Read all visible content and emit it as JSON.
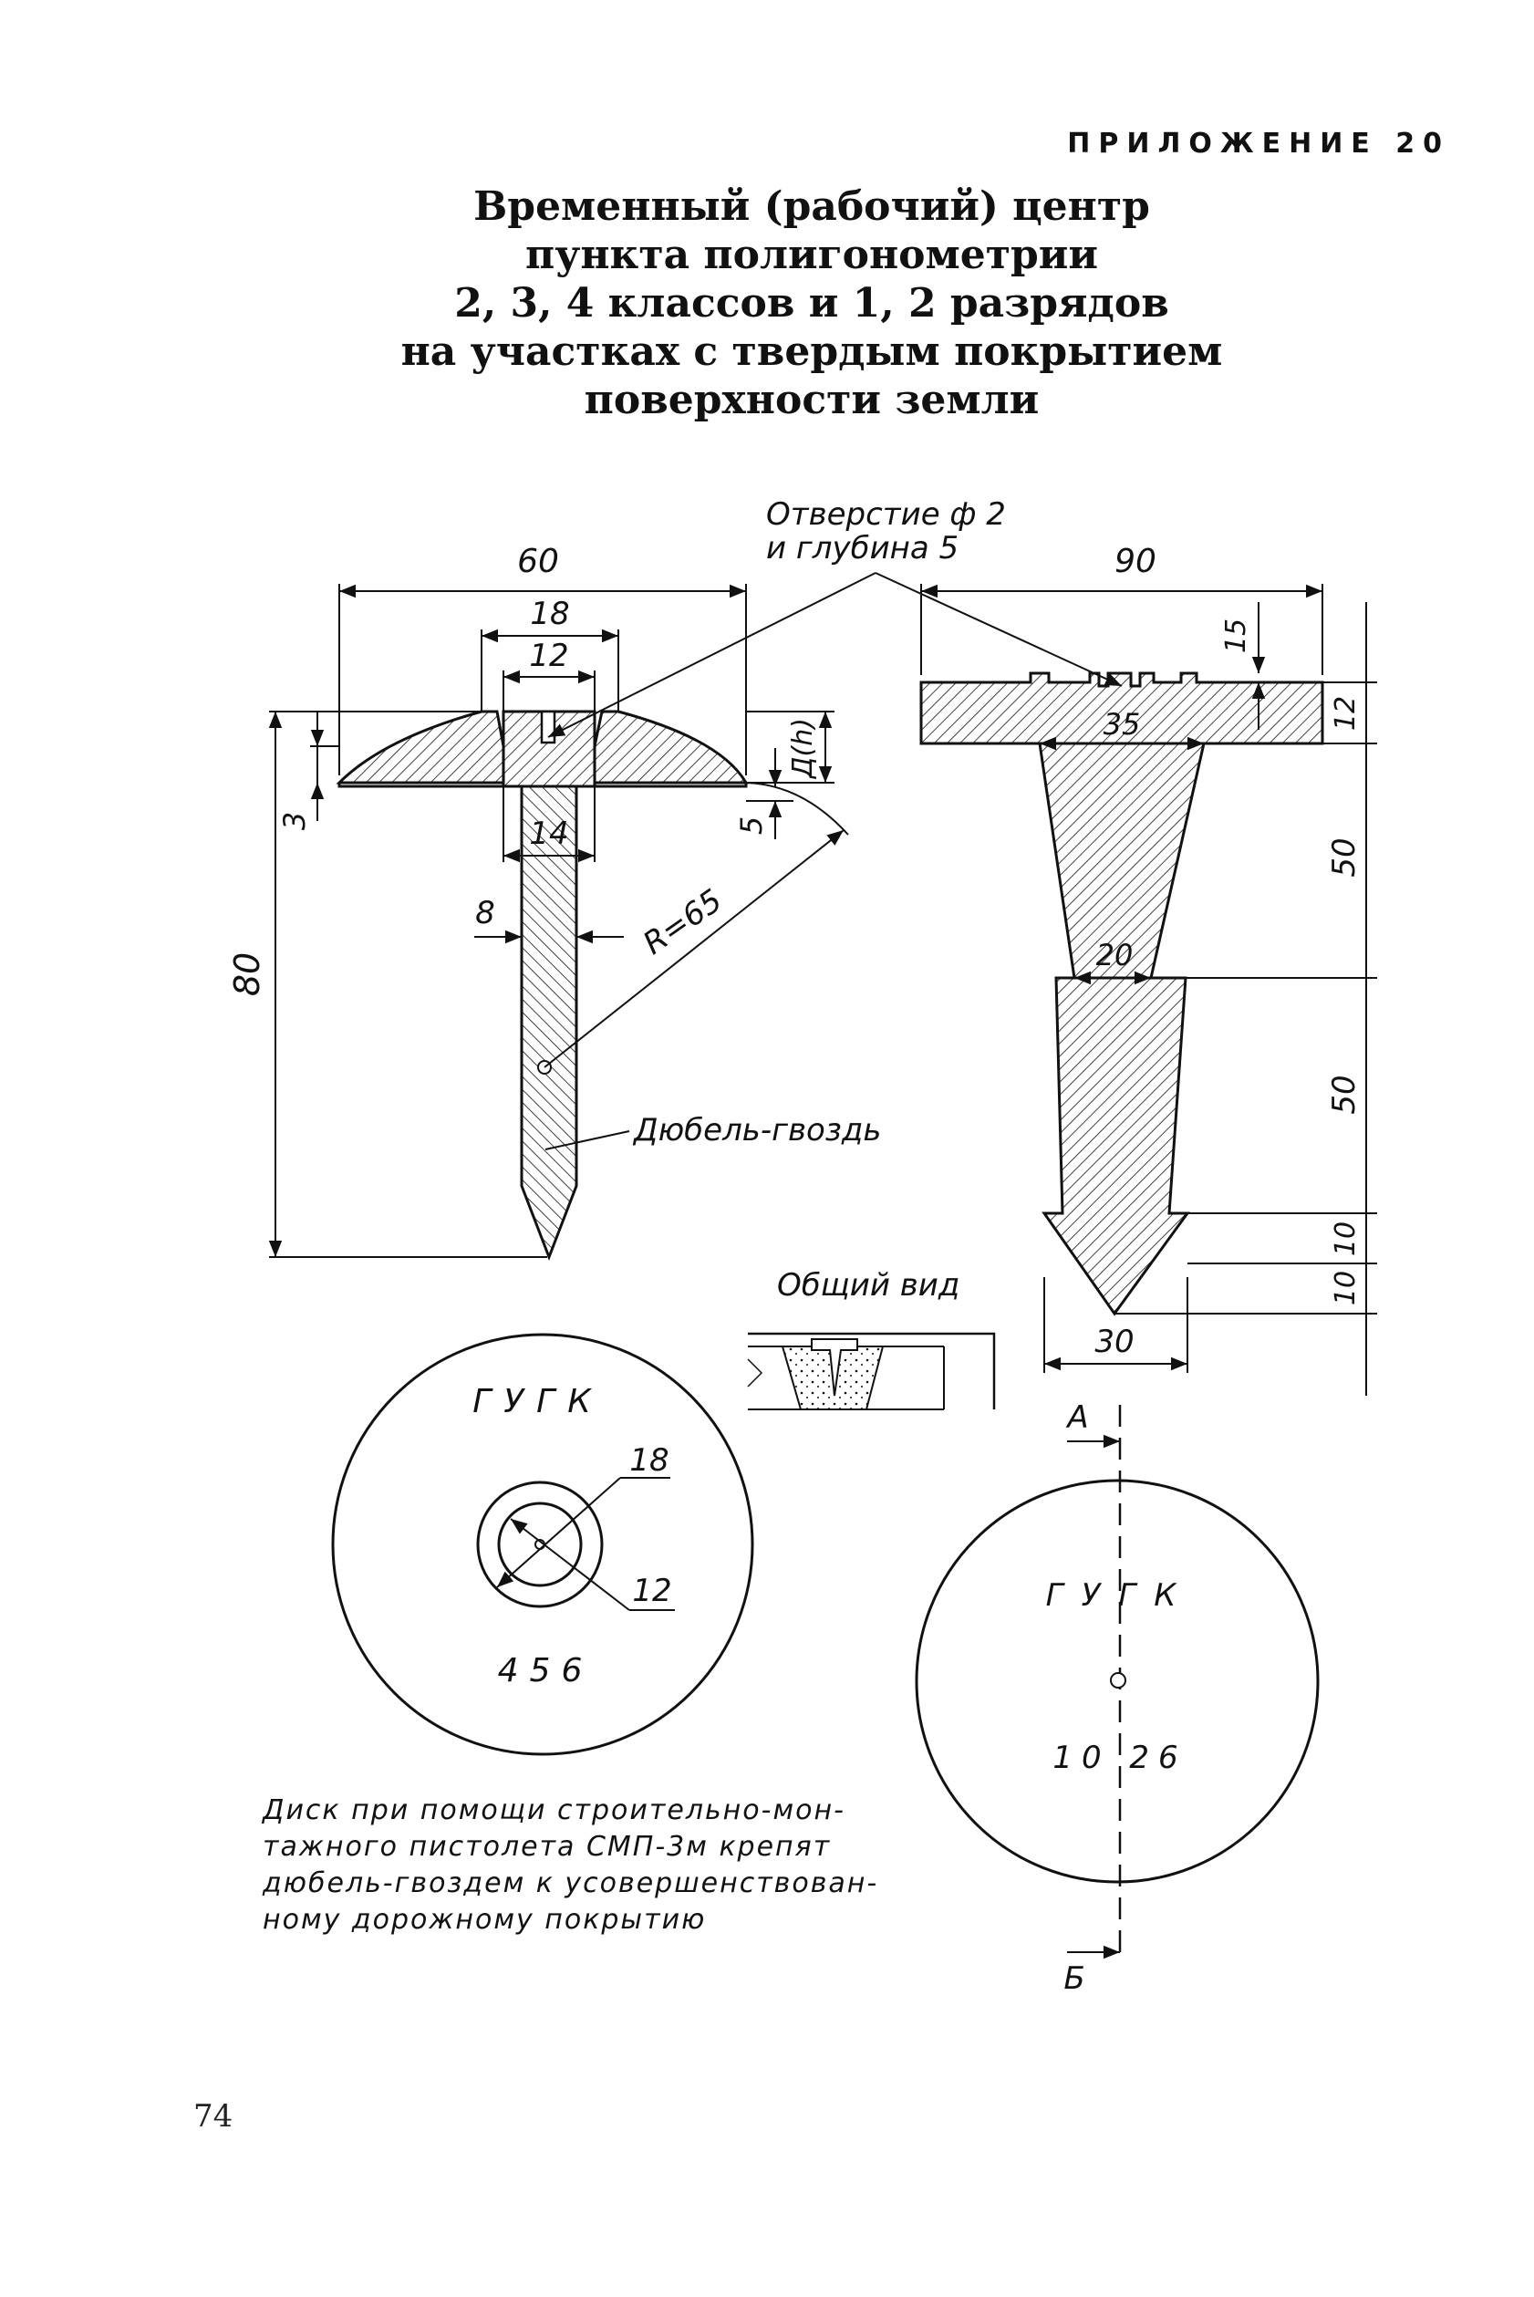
{
  "header": {
    "appendix": "ПРИЛОЖЕНИЕ 20",
    "title_lines": [
      "Временный (рабочий) центр",
      "пункта полигонометрии",
      "2, 3, 4 классов и 1, 2 разрядов",
      "на участках с твердым покрытием",
      "поверхности земли"
    ]
  },
  "callouts": {
    "hole_line1": "Отверстие ф 2",
    "hole_line2": "и глубина 5",
    "dowel_nail": "Дюбель-гвоздь",
    "general_view": "Общий вид"
  },
  "left_dims": {
    "d60": "60",
    "d18": "18",
    "d12": "12",
    "d14": "14",
    "d8": "8",
    "d3": "3",
    "d5": "5",
    "d80": "80",
    "radius": "R=65",
    "dh": "Д(h)"
  },
  "right_dims": {
    "d90": "90",
    "d15": "15",
    "d12": "12",
    "d35": "35",
    "d50a": "50",
    "d20": "20",
    "d50b": "50",
    "d10a": "10",
    "d10b": "10",
    "d30": "30"
  },
  "disc_left": {
    "text_top": "ГУГК",
    "text_bottom": "456",
    "d18": "18",
    "d12": "12"
  },
  "disc_right": {
    "section_a": "А",
    "section_b": "Б",
    "text_top": "ГУГК",
    "text_bottom": "10 26"
  },
  "note_lines": [
    "Диск при помощи строительно-мон-",
    "тажного пистолета СМП-3м крепят",
    "дюбель-гвоздем к усовершенствован-",
    "ному дорожному покрытию"
  ],
  "footer": {
    "page_number": "74"
  }
}
